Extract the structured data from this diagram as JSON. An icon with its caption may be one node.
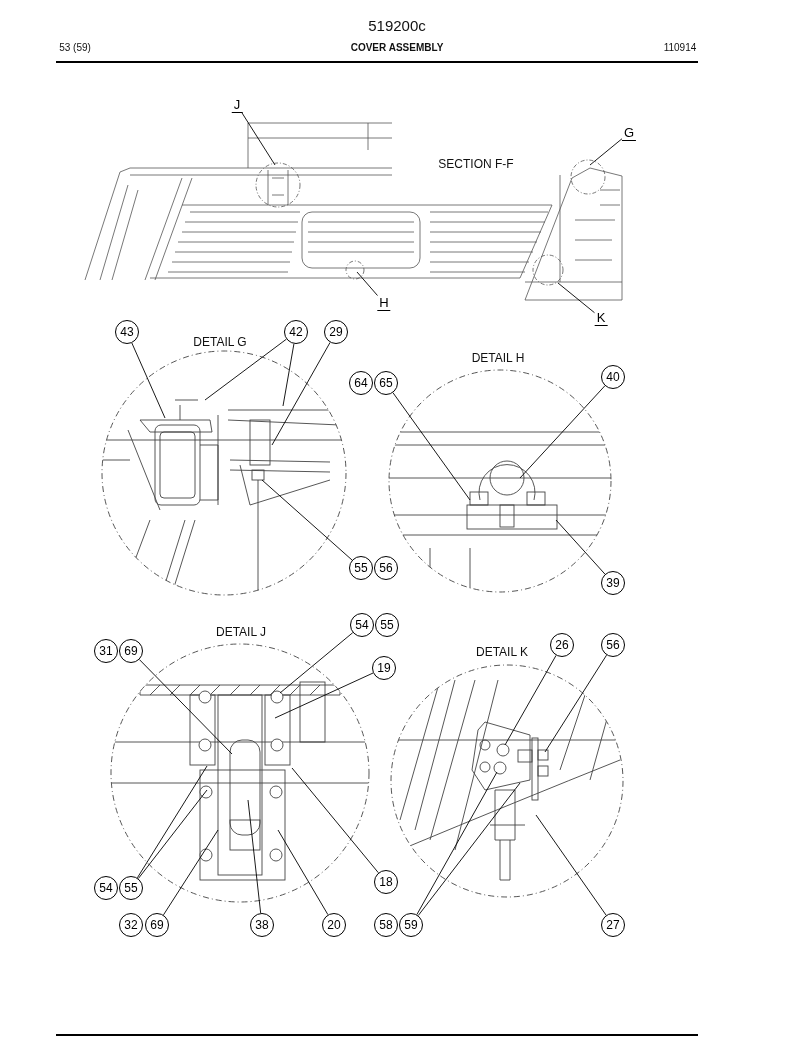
{
  "diagram": {
    "title": "COVER ASSEMBLY",
    "nodes": [
      {
        "text": [
          "J"
        ]
      },
      {
        "text": [
          "G"
        ]
      },
      {
        "text": [
          "H"
        ]
      },
      {
        "text": [
          "K"
        ]
      },
      {
        "text": [
          "43"
        ]
      },
      {
        "text": [
          "42"
        ]
      },
      {
        "text": [
          "29"
        ]
      },
      {
        "text": [
          "64"
        ]
      },
      {
        "text": [
          "65"
        ]
      },
      {
        "text": [
          "40"
        ]
      },
      {
        "text": [
          "55"
        ]
      },
      {
        "text": [
          "56"
        ]
      },
      {
        "text": [
          "39"
        ]
      },
      {
        "text": [
          "54"
        ]
      },
      {
        "text": [
          "55"
        ]
      },
      {
        "text": [
          "26"
        ]
      },
      {
        "text": [
          "56"
        ]
      },
      {
        "text": [
          "31"
        ]
      },
      {
        "text": [
          "69"
        ]
      },
      {
        "text": [
          "19"
        ]
      },
      {
        "text": [
          "18"
        ]
      },
      {
        "text": [
          "54"
        ]
      },
      {
        "text": [
          "55"
        ]
      },
      {
        "text": [
          "32"
        ]
      },
      {
        "text": [
          "69"
        ]
      },
      {
        "text": [
          "38"
        ]
      },
      {
        "text": [
          "20"
        ]
      },
      {
        "text": [
          "58"
        ]
      },
      {
        "text": [
          "59"
        ]
      },
      {
        "text": [
          "27"
        ]
      }
    ],
    "edges": [
      {
        "from": 0,
        "to": null,
        "arrow": "none"
      },
      {
        "from": 1,
        "to": null,
        "arrow": "none"
      },
      {
        "from": 2,
        "to": null,
        "arrow": "none"
      },
      {
        "from": 3,
        "to": null,
        "arrow": "none"
      },
      {
        "from": 4,
        "to": null,
        "arrow": "none"
      },
      {
        "from": 5,
        "to": null,
        "arrow": "none"
      },
      {
        "from": 5,
        "to": null,
        "arrow": "none"
      },
      {
        "from": 6,
        "to": null,
        "arrow": "none"
      },
      {
        "from": 8,
        "to": null,
        "arrow": "none"
      },
      {
        "from": 9,
        "to": null,
        "arrow": "none"
      },
      {
        "from": 10,
        "to": null,
        "arrow": "none"
      },
      {
        "from": 12,
        "to": null,
        "arrow": "none"
      },
      {
        "from": 13,
        "to": null,
        "arrow": "none"
      },
      {
        "from": 15,
        "to": null,
        "arrow": "none"
      },
      {
        "from": 16,
        "to": null,
        "arrow": "none"
      },
      {
        "from": 18,
        "to": null,
        "arrow": "none"
      },
      {
        "from": 19,
        "to": null,
        "arrow": "none"
      },
      {
        "from": 20,
        "to": null,
        "arrow": "none"
      },
      {
        "from": 22,
        "to": null,
        "arrow": "none"
      },
      {
        "from": 22,
        "to": null,
        "arrow": "none"
      },
      {
        "from": 24,
        "to": null,
        "arrow": "none"
      },
      {
        "from": 25,
        "to": null,
        "arrow": "none"
      },
      {
        "from": 26,
        "to": null,
        "arrow": "none"
      },
      {
        "from": 28,
        "to": null,
        "arrow": "none"
      },
      {
        "from": 28,
        "to": null,
        "arrow": "none"
      },
      {
        "from": 29,
        "to": null,
        "arrow": "none"
      }
    ],
    "labels": [
      "519200c",
      "53 (59)",
      "110914",
      "SECTION F-F",
      "DETAIL G",
      "DETAIL H",
      "DETAIL J",
      "DETAIL K"
    ]
  }
}
